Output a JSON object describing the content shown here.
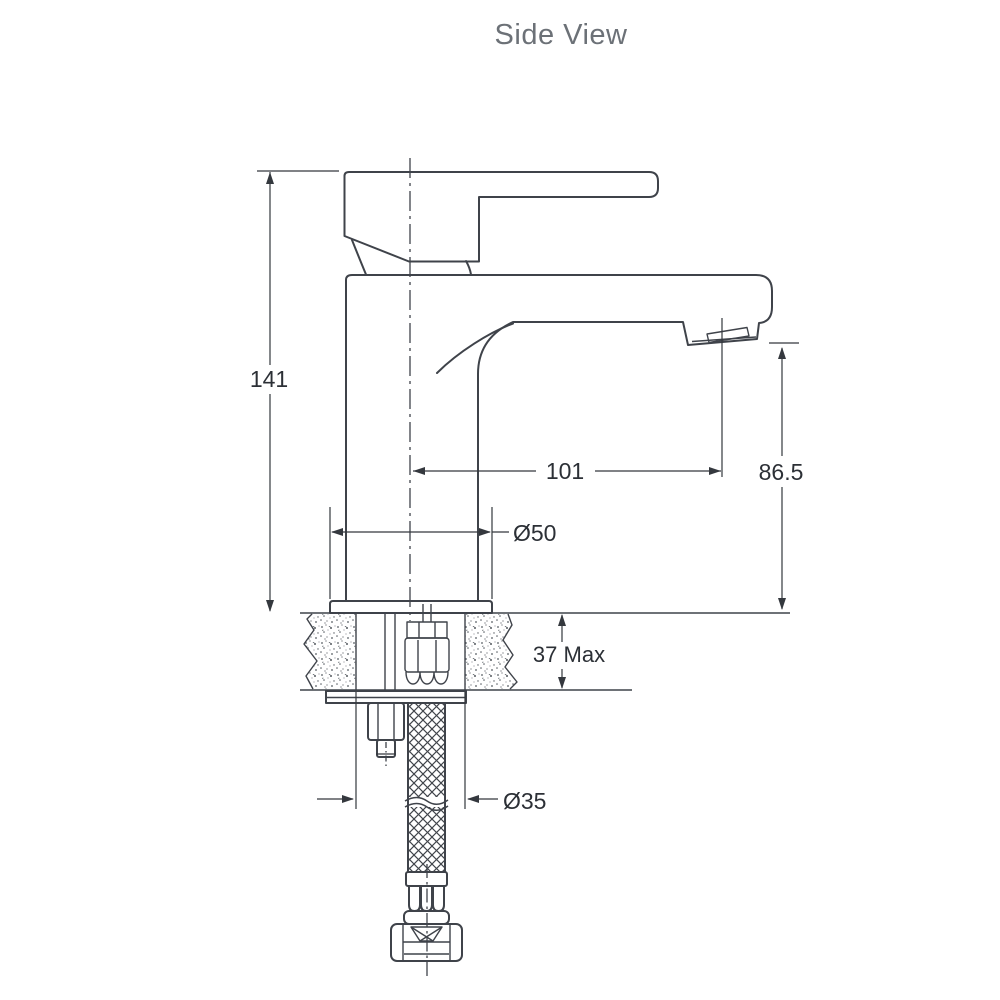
{
  "title": "Side View",
  "dimensions": {
    "overall_height": "141",
    "spout_reach": "101",
    "outlet_height": "86.5",
    "base_diameter": "Ø50",
    "max_deck_thickness": "37 Max",
    "mounting_hole_diameter": "Ø35"
  },
  "colors": {
    "background": "#ffffff",
    "outline": "#3f434a",
    "dimension_text": "#2c3036",
    "title_text": "#6c7177"
  }
}
